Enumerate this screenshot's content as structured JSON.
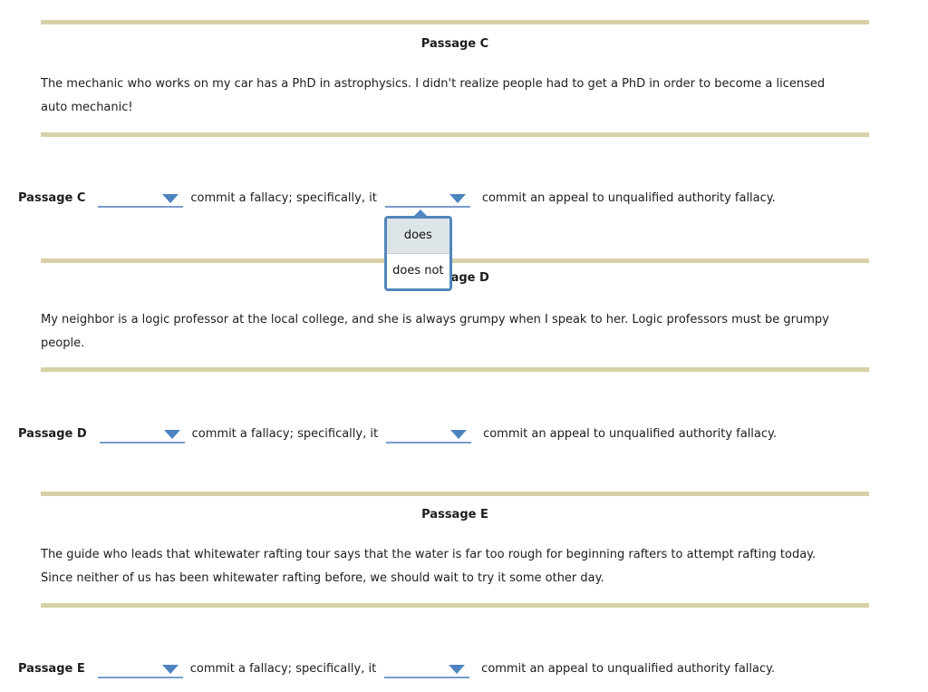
{
  "colors": {
    "divider": "#d8d1a7",
    "blank-line": "#7a9cca",
    "arrow": "#4d84c0",
    "popup-border": "#5186bd",
    "popup-selected-bg": "#dee5e9",
    "text": "#1d1d1d"
  },
  "passage_c": {
    "heading": "Passage C",
    "body": "The mechanic who works on my car has a PhD in astrophysics. I didn't realize people had to get a PhD in order to become a licensed\nauto mechanic!",
    "question": {
      "label": "Passage C",
      "blank1_value": "",
      "middle": "commit a fallacy; specifically, it",
      "blank2_value": "",
      "end": "commit an appeal to unqualified authority fallacy."
    }
  },
  "passage_d": {
    "heading": "Passage D",
    "body": "My neighbor is a logic professor at the local college, and she is always grumpy when I speak to her. Logic professors must be grumpy\npeople.",
    "question": {
      "label": "Passage D",
      "blank1_value": "",
      "middle": "commit a fallacy; specifically, it",
      "blank2_value": "",
      "end": "commit an appeal to unqualified authority fallacy."
    }
  },
  "passage_e": {
    "heading": "Passage E",
    "body": "The guide who leads that whitewater rafting tour says that the water is far too rough for beginning rafters to attempt rafting today.\nSince neither of us has been whitewater rafting before, we should wait to try it some other day.",
    "question": {
      "label": "Passage E",
      "blank1_value": "",
      "middle": "commit a fallacy; specifically, it",
      "blank2_value": "",
      "end": "commit an appeal to unqualified authority fallacy."
    }
  },
  "dropdown": {
    "options": [
      {
        "label": "does",
        "highlighted": true
      },
      {
        "label": "does not",
        "highlighted": false
      }
    ]
  }
}
